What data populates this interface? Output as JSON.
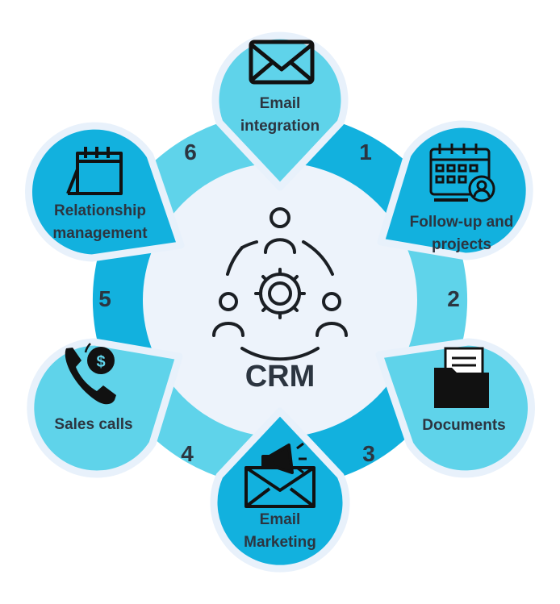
{
  "center": {
    "title": "CRM",
    "icon": "team-gear-icon"
  },
  "colors": {
    "ring_light": "#5fd3ea",
    "ring_dark": "#12b1de",
    "petal_outline": "#e8f1fb",
    "center_fill": "#edf3fb",
    "text": "#2c3540"
  },
  "steps": [
    {
      "number": "1",
      "line1": "Email",
      "line2": "integration",
      "icon": "envelope-icon"
    },
    {
      "number": "2",
      "line1": "Follow-up and",
      "line2": "projects",
      "icon": "calendar-user-icon"
    },
    {
      "number": "3",
      "line1": "Documents",
      "icon": "folder-documents-icon"
    },
    {
      "number": "4",
      "line1": "Email",
      "line2": "Marketing",
      "icon": "envelope-megaphone-icon"
    },
    {
      "number": "5",
      "line1": "Sales calls",
      "icon": "phone-dollar-icon"
    },
    {
      "number": "6",
      "line1": "Relationship",
      "line2": "management",
      "icon": "calendar-icon"
    }
  ]
}
